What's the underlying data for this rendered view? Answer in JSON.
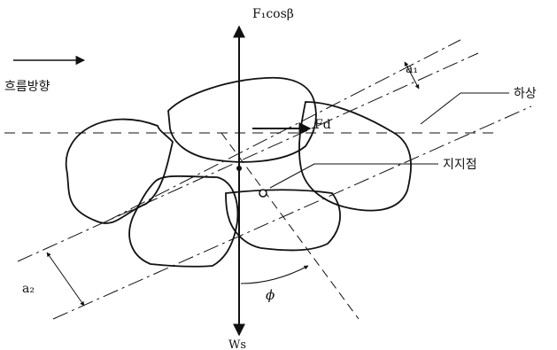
{
  "figure": {
    "labels": {
      "top_force": "F₁cosβ",
      "flow_direction": "흐름방향",
      "a1": "a₁",
      "a2": "a₂",
      "drag_force": "Fd",
      "bed": "하상",
      "pivot_point": "지지점",
      "angle": "ϕ",
      "weight": "Ws"
    }
  }
}
